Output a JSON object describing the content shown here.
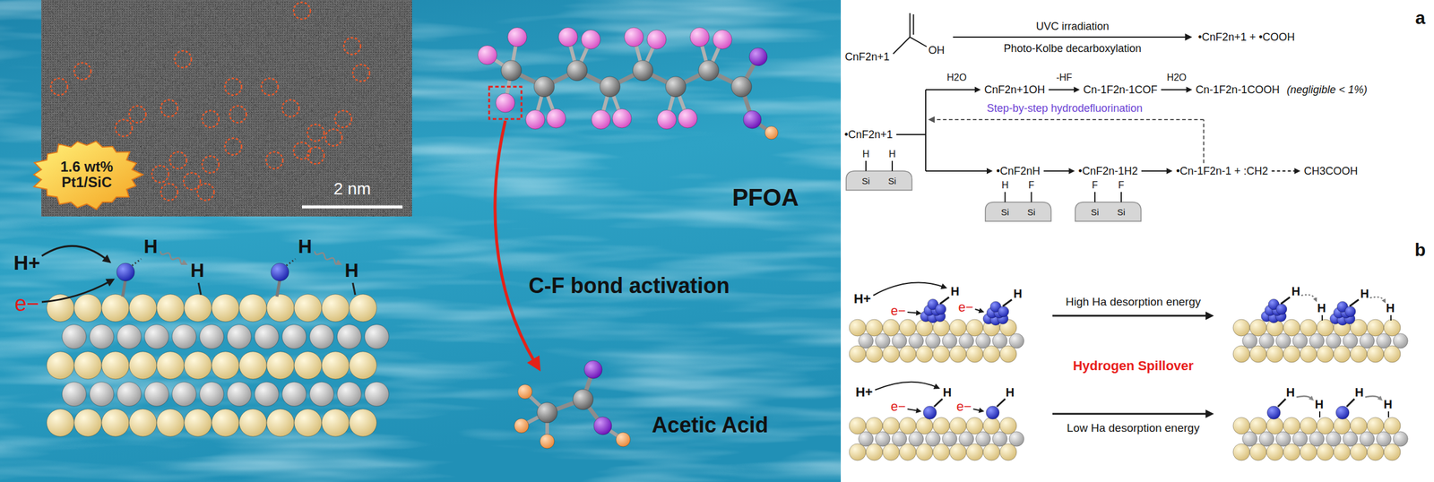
{
  "diagram": {
    "nodes": [
      {
        "text": [
          "2 nm"
        ]
      },
      {
        "text": [
          "1.6 wt% Pt1/SiC"
        ],
        "in": 0
      }
    ],
    "labels": [
      "H+",
      "e−",
      "H",
      "H",
      "H",
      "H",
      "PFOA",
      "C-F bond activation",
      "Acetic Acid",
      "a",
      "CnF2n+1",
      "OH",
      "UVC irradiation",
      "Photo-Kolbe decarboxylation",
      "•CnF2n+1 + •COOH",
      "H2O",
      "CnF2n+1OH",
      "-HF",
      "Cn-1F2n-1COF",
      "H2O",
      "Cn-1F2n-1COOH",
      "(negligible < 1%)",
      "•CnF2n+1",
      "Step-by-step hydrodefluorination",
      "H",
      "H",
      "Si",
      "Si",
      "•CnF2nH",
      "•CnF2n-1H2",
      "•Cn-1F2n-1 + :CH2",
      "CH3COOH",
      "H",
      "F",
      "Si",
      "Si",
      "F",
      "F",
      "Si",
      "Si",
      "b",
      "H+",
      "e−",
      "e−",
      "H",
      "H",
      "High Ha desorption energy",
      "H",
      "H",
      "H",
      "H",
      "Hydrogen Spillover",
      "H+",
      "e−",
      "e−",
      "H",
      "H",
      "Low Ha desorption energy",
      "H",
      "H",
      "H",
      "H"
    ]
  }
}
